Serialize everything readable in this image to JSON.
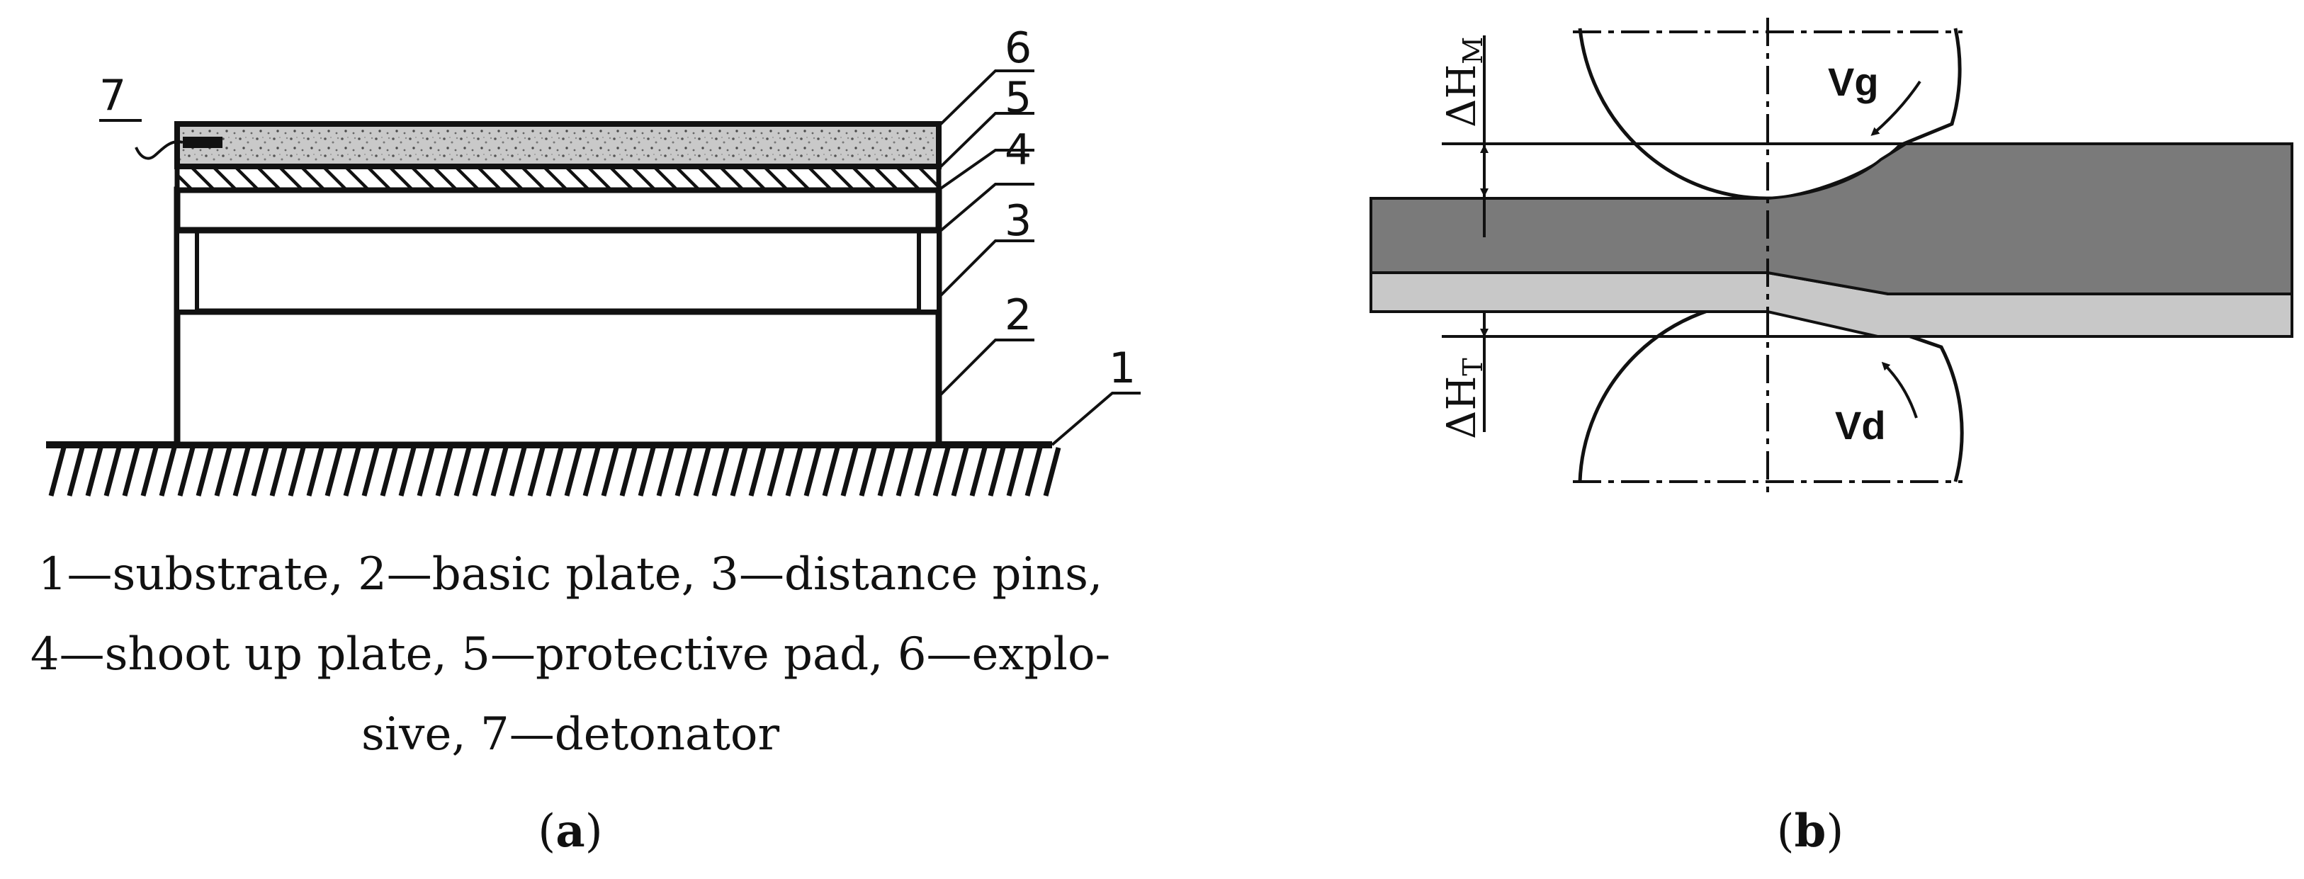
{
  "panel_a": {
    "callouts": [
      "1",
      "2",
      "3",
      "4",
      "5",
      "6",
      "7"
    ],
    "caption_lines": [
      "1—substrate, 2—basic plate, 3—distance pins,",
      "4—shoot up plate, 5—protective pad, 6—explo-",
      "sive, 7—detonator"
    ],
    "label_open": "(",
    "label_letter": "a",
    "label_close": ")"
  },
  "panel_b": {
    "vg_label": "Vg",
    "vd_label": "Vd",
    "delta_hm": {
      "symbol": "ΔH",
      "sub": "M"
    },
    "delta_ht": {
      "symbol": "ΔH",
      "sub": "T"
    },
    "label_open": "(",
    "label_letter": "b",
    "label_close": ")"
  },
  "colors": {
    "ink": "#111111",
    "plate_dark": "#7a7a7a",
    "plate_light": "#c8c8c8",
    "explosive_fill": "#bdbdbd"
  }
}
